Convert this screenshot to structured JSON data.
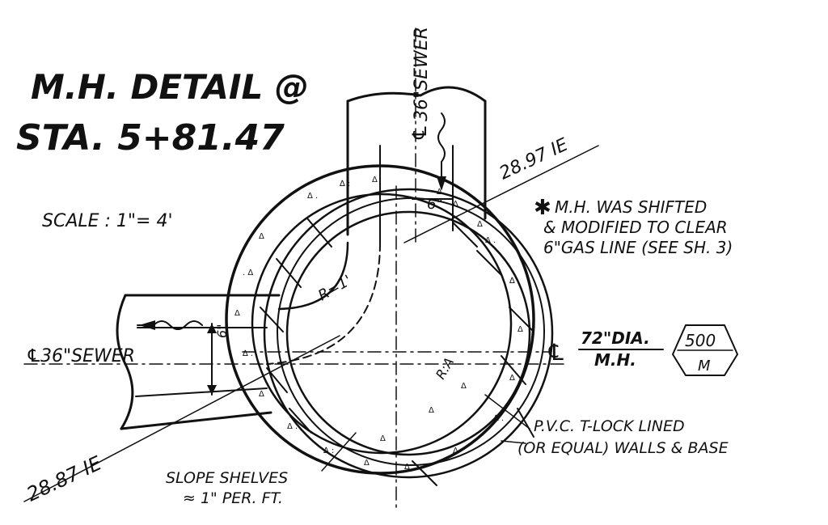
{
  "title": {
    "line1": "M.H. DETAIL @",
    "line2": "STA. 5+81.47"
  },
  "scale_label": "SCALE : 1\"= 4'",
  "sewer_top_label": "36\"SEWER",
  "sewer_left_label": "36\"SEWER",
  "centerline_symbol": "℄",
  "invert_top": "28.97 IE",
  "invert_bottom": "28.87 IE",
  "drop_label": "6\"",
  "offset_label": "6\"",
  "radius_label": "R=1'",
  "radius_a_label": "R:A",
  "note": {
    "line1": "M.H. WAS SHIFTED",
    "line2": "& MODIFIED TO CLEAR",
    "line3": "6\"GAS LINE (SEE SH. 3)"
  },
  "mh_label": {
    "line1": "72\"DIA.",
    "line2": "M.H."
  },
  "hex_tag": {
    "top": "500",
    "bottom": "M"
  },
  "pvc_note": {
    "line1": "P.V.C. T-LOCK LINED",
    "line2": "(OR EQUAL) WALLS & BASE"
  },
  "slope_note": {
    "line1": "SLOPE SHELVES",
    "line2": "≈ 1\" PER. FT."
  }
}
